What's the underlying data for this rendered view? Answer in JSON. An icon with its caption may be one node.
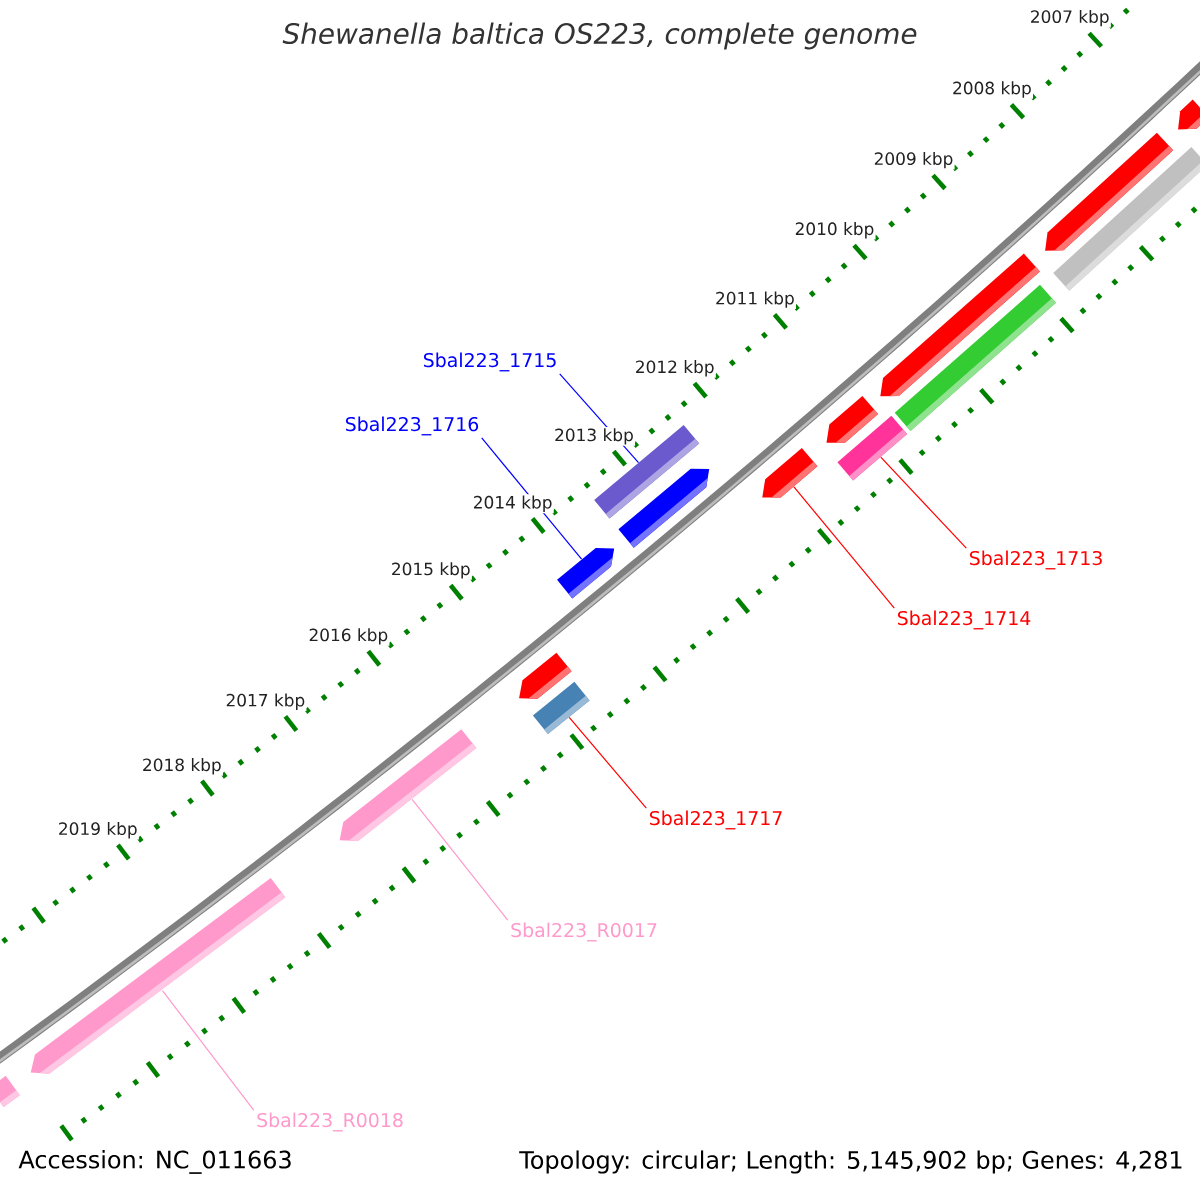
{
  "diagram": {
    "title": "Shewanella baltica OS223, complete genome",
    "nodes": [
      {
        "text": [
          "Sbal223_1715"
        ]
      },
      {
        "text": [
          "Sbal223_1716"
        ]
      },
      {
        "text": [
          "Sbal223_1713"
        ]
      },
      {
        "text": [
          "Sbal223_1714"
        ]
      },
      {
        "text": [
          "Sbal223_1717"
        ]
      },
      {
        "text": [
          "Sbal223_R0017"
        ]
      },
      {
        "text": [
          "Sbal223_R0018"
        ]
      },
      {
        "text": [],
        "shape": "pentagon"
      },
      {
        "text": [],
        "shape": "pentagon"
      },
      {
        "text": [],
        "shape": "bar"
      },
      {
        "text": [],
        "shape": "pentagon"
      },
      {
        "text": [],
        "shape": "bar"
      },
      {
        "text": [],
        "shape": "pentagon"
      },
      {
        "text": [],
        "shape": "bar"
      },
      {
        "text": [],
        "shape": "bar"
      },
      {
        "text": [],
        "shape": "pentagon"
      },
      {
        "text": [],
        "shape": "pentagon"
      },
      {
        "text": [],
        "shape": "pentagon"
      },
      {
        "text": [],
        "shape": "pentagon"
      },
      {
        "text": [],
        "shape": "bar"
      },
      {
        "text": [],
        "shape": "pentagon"
      },
      {
        "text": [],
        "shape": "pentagon"
      },
      {
        "text": [],
        "shape": "bar"
      }
    ],
    "edges": [
      {
        "from": 0,
        "to": 14,
        "arrow": "none",
        "color": "#0000ff"
      },
      {
        "from": 1,
        "to": 17,
        "arrow": "none",
        "color": "#0000ff"
      },
      {
        "from": 2,
        "to": 13,
        "arrow": "none"
      },
      {
        "from": 3,
        "to": 15,
        "arrow": "none"
      },
      {
        "from": 4,
        "to": 19,
        "arrow": "none"
      },
      {
        "from": 5,
        "to": 20,
        "arrow": "none",
        "color": "#ff99cc"
      },
      {
        "from": 6,
        "to": 21,
        "arrow": "none",
        "color": "#ff99cc"
      }
    ],
    "labels": [
      "2007 kbp",
      "2008 kbp",
      "2009 kbp",
      "2010 kbp",
      "2011 kbp",
      "2012 kbp",
      "2013 kbp",
      "2014 kbp",
      "2015 kbp",
      "2016 kbp",
      "2017 kbp",
      "2018 kbp",
      "2019 kbp",
      "Accession: NC_011663",
      "Topology: circular; Length: 5,145,902 bp; Genes: 4,281"
    ]
  }
}
